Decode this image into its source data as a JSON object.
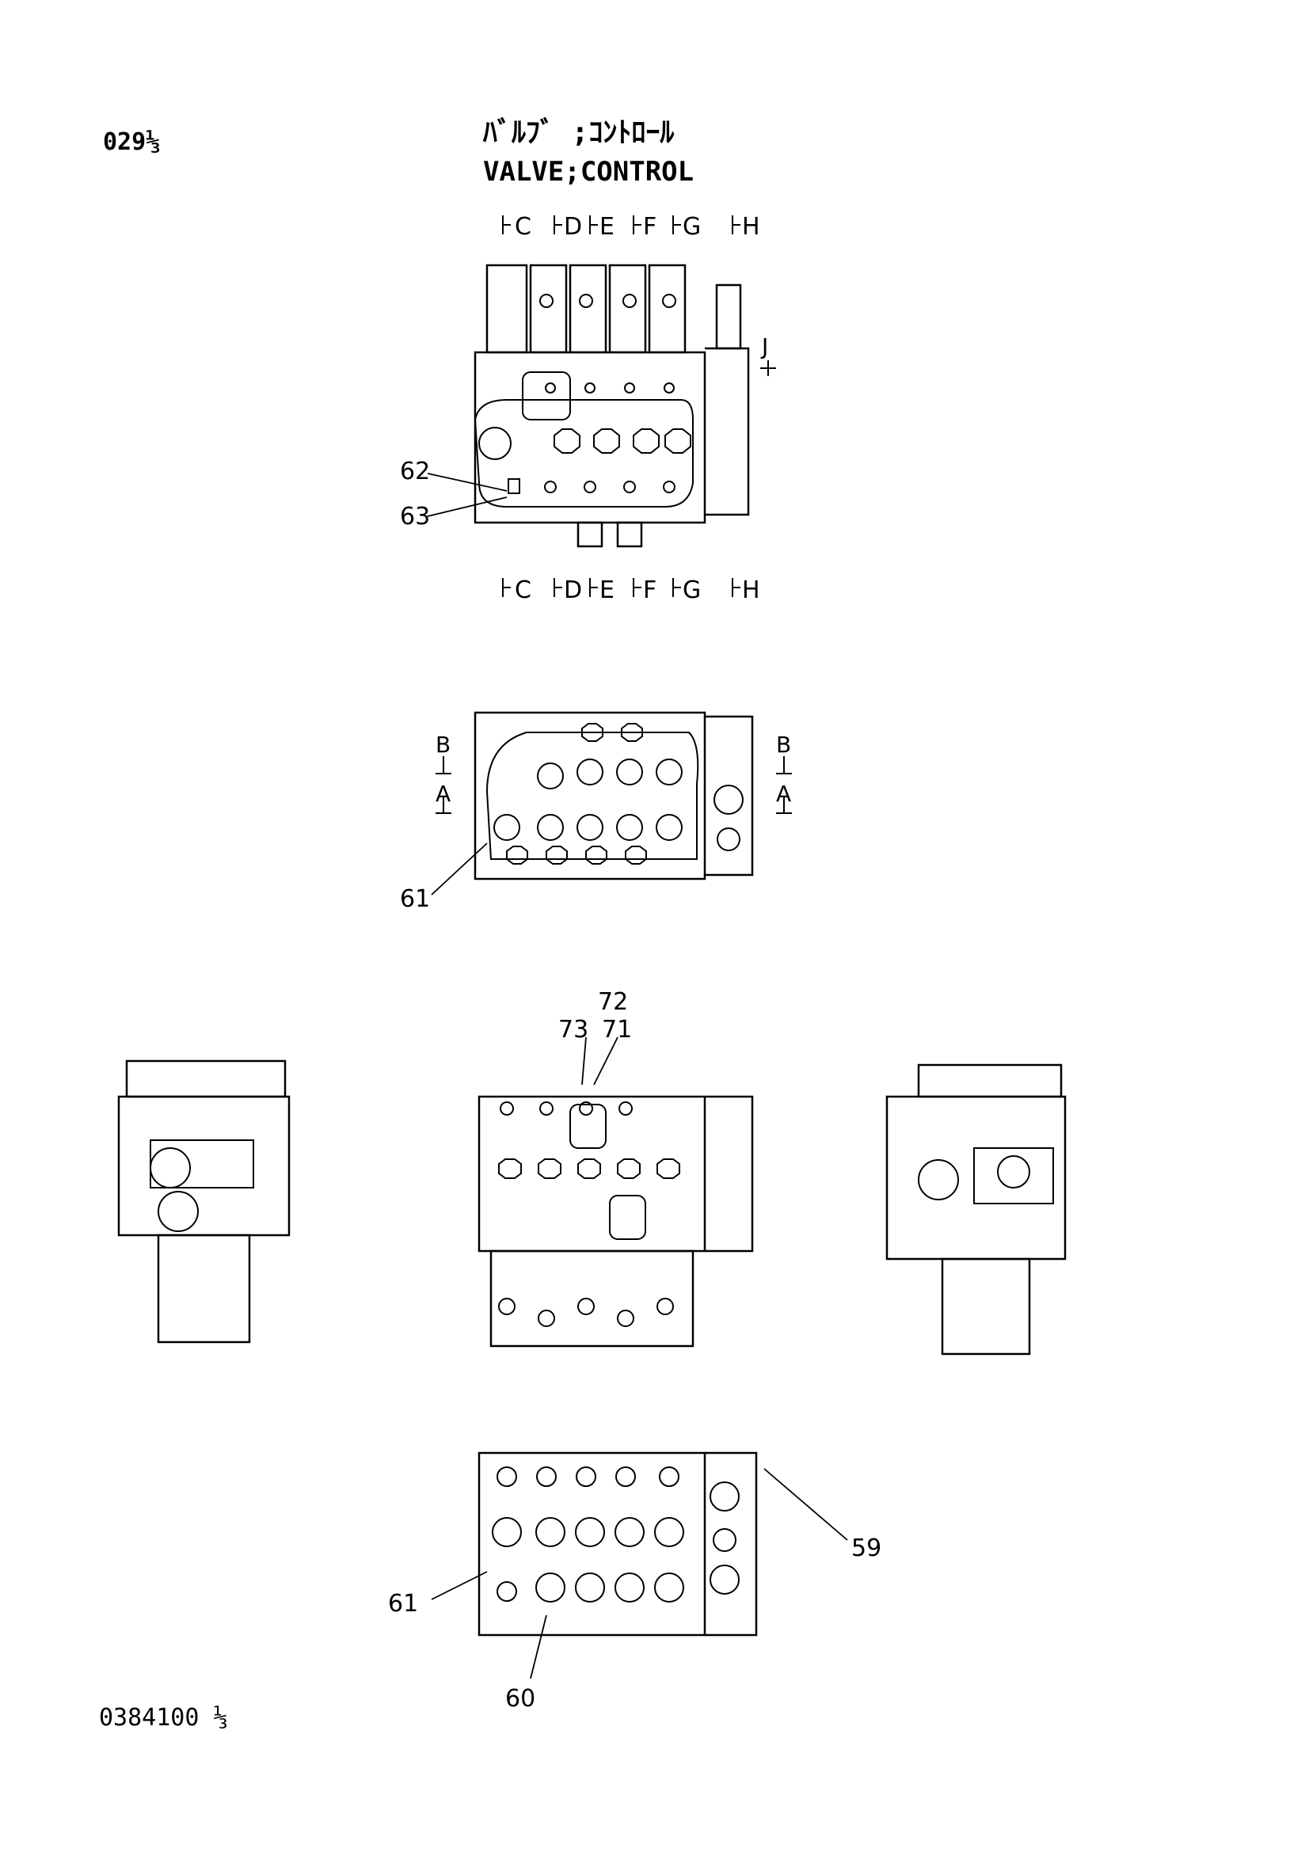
{
  "header": {
    "page_no": "029⅓",
    "title_jp": "ﾊﾞﾙﾌﾞ ;ｺﾝﾄﾛｰﾙ",
    "title_en": "VALVE;CONTROL"
  },
  "section_marks": [
    "C",
    "D",
    "E",
    "F",
    "G",
    "H"
  ],
  "side_marks": [
    "J",
    "B",
    "A"
  ],
  "callouts": [
    "62",
    "63",
    "61",
    "72",
    "73",
    "71",
    "59",
    "60"
  ],
  "footer": {
    "doc_no": "0384100 ⅓"
  },
  "colors": {
    "line": "#000000",
    "background": "#ffffff"
  }
}
